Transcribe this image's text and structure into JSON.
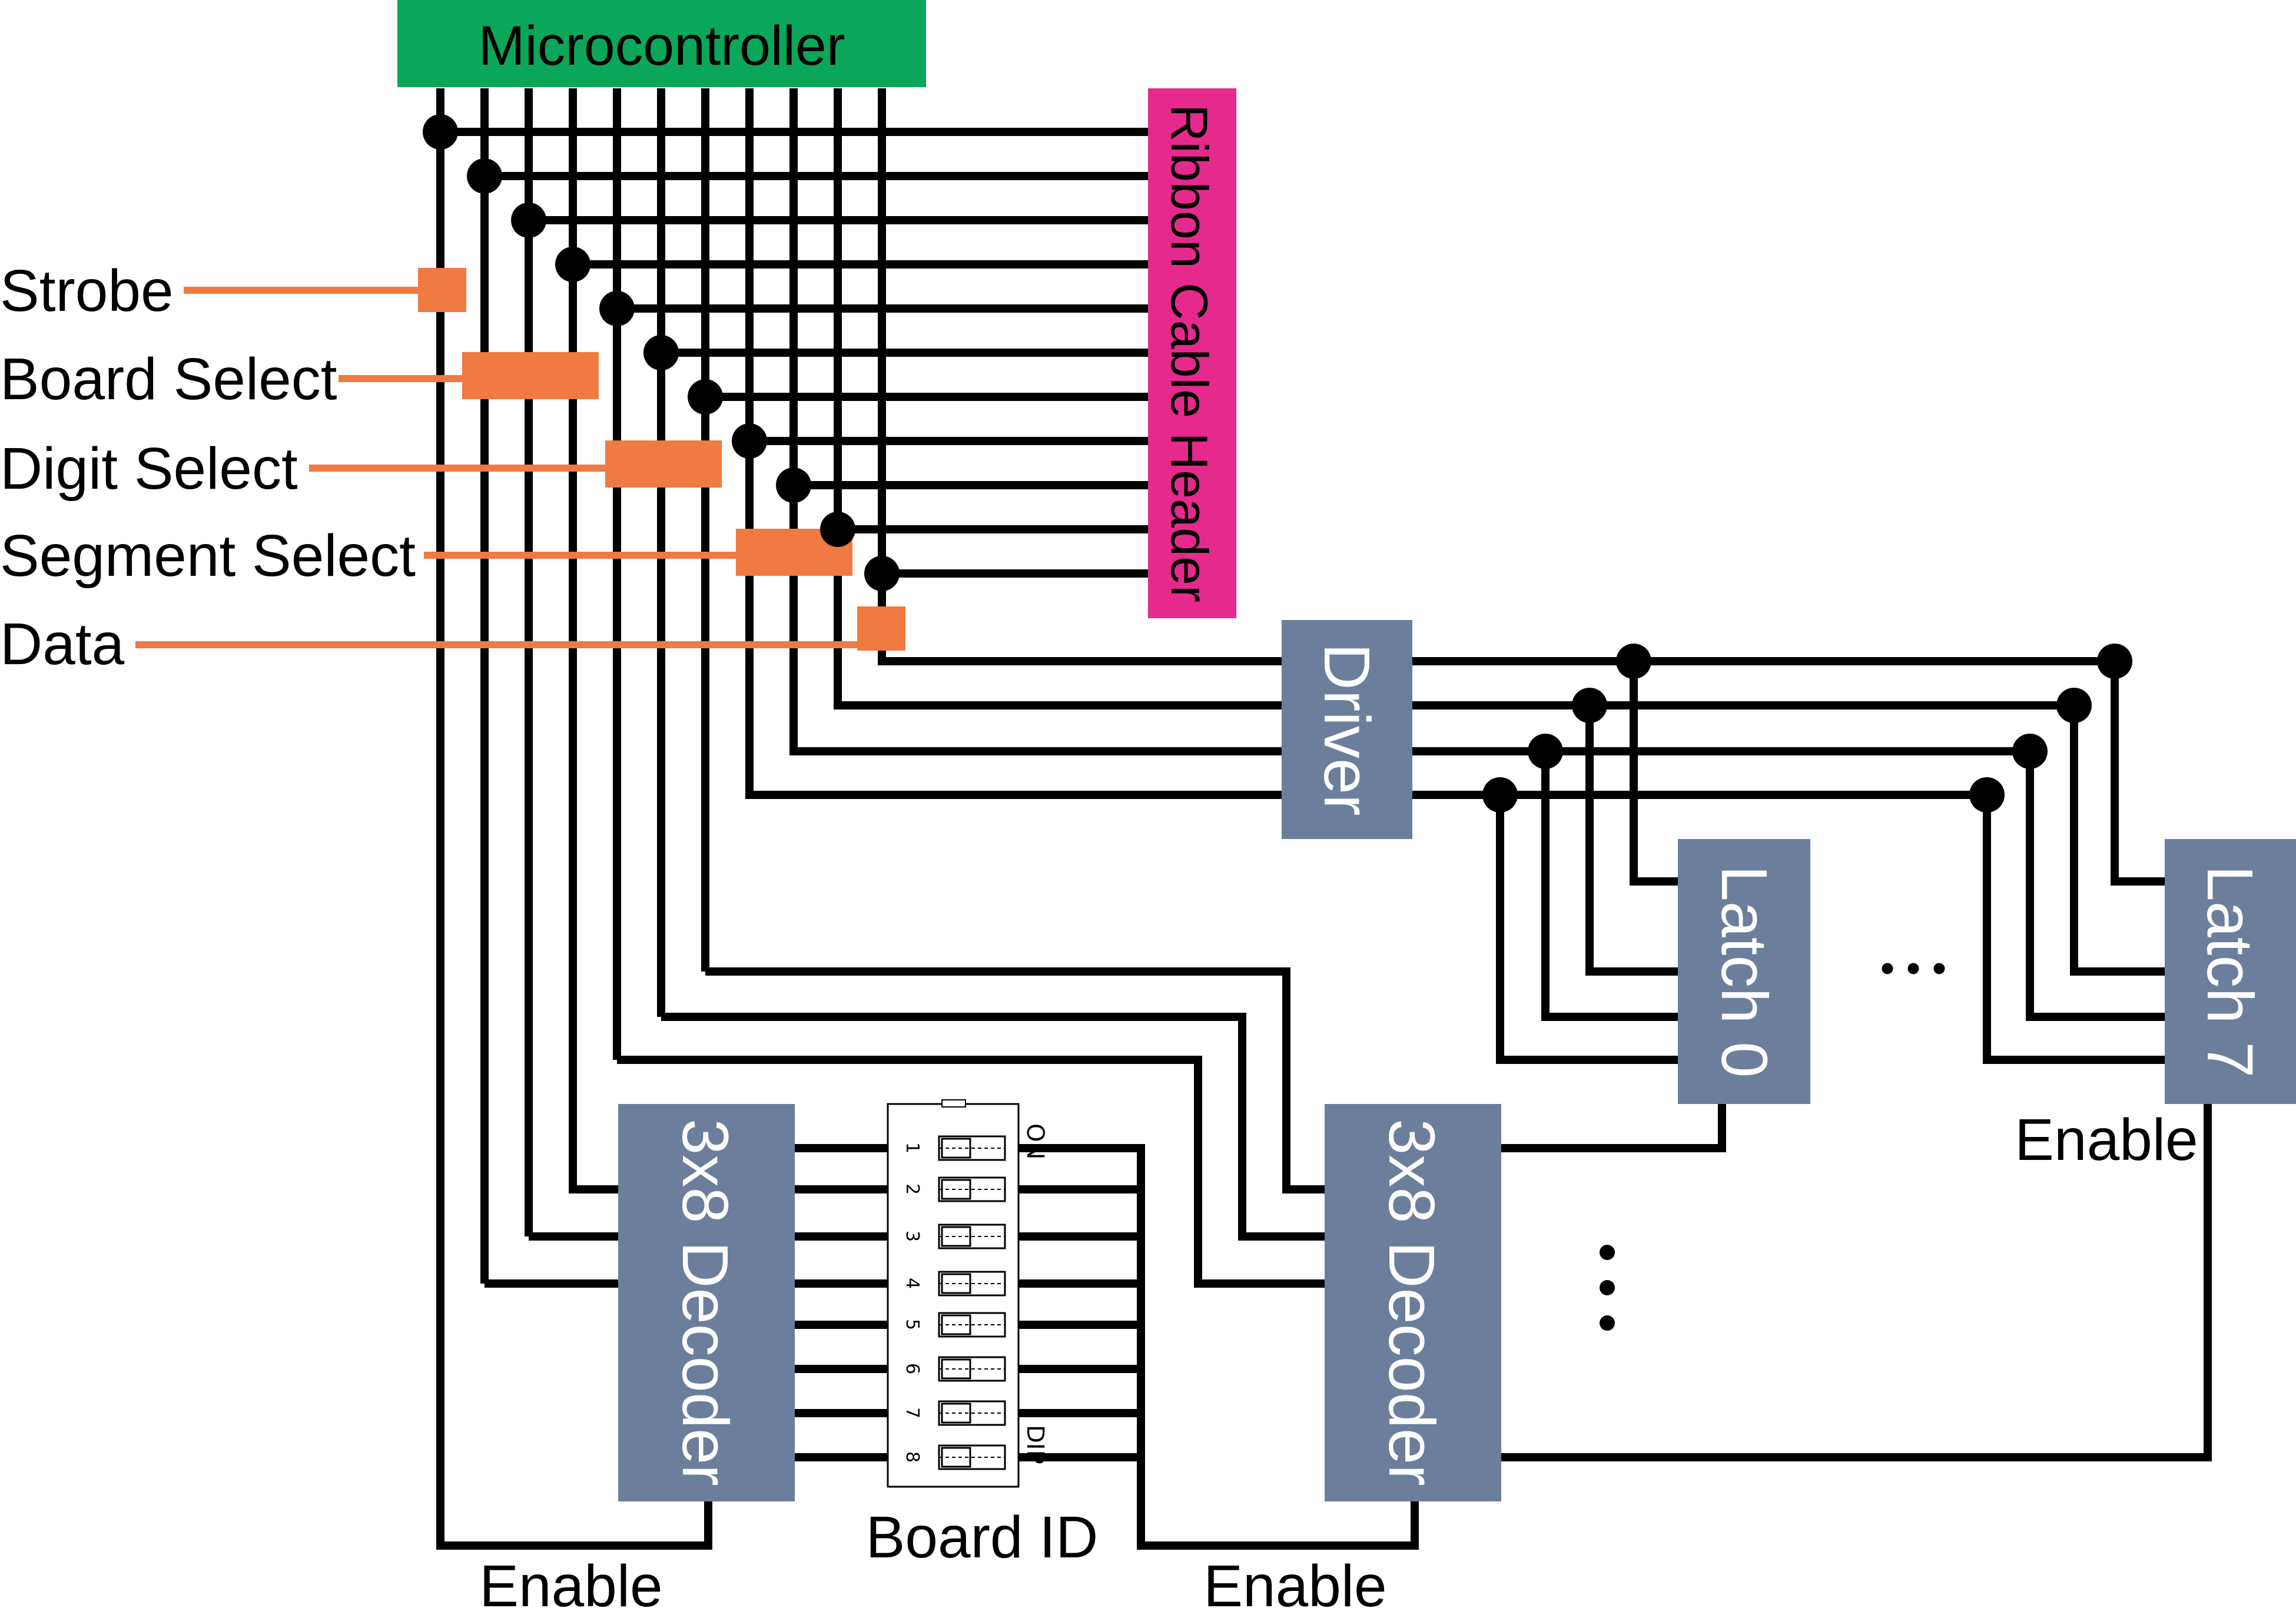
{
  "microcontroller": {
    "label": "Microcontroller",
    "color": "#0aa65a"
  },
  "ribbon_header": {
    "label": "Ribbon Cable Header",
    "color": "#e62a8d"
  },
  "signals": [
    {
      "id": "strobe",
      "label": "Strobe"
    },
    {
      "id": "board-select",
      "label": "Board Select"
    },
    {
      "id": "digit-select",
      "label": "Digit Select"
    },
    {
      "id": "segment-select",
      "label": "Segment Select"
    },
    {
      "id": "data",
      "label": "Data"
    }
  ],
  "driver": {
    "label": "Driver"
  },
  "latch0": {
    "label": "Latch 0"
  },
  "latch7": {
    "label": "Latch 7"
  },
  "latch_ellipsis": "• • •",
  "decoder1": {
    "label": "3x8 Decoder"
  },
  "decoder2": {
    "label": "3x8 Decoder"
  },
  "decoder_ellipsis": "•\n•\n•",
  "dip_switch": {
    "on_label": "ON",
    "dip_label": "DIP",
    "numbers": [
      "1",
      "2",
      "3",
      "4",
      "5",
      "6",
      "7",
      "8"
    ]
  },
  "board_id_label": "Board ID",
  "enable_labels": {
    "decoder1": "Enable",
    "decoder2": "Enable",
    "latch7": "Enable"
  },
  "colors": {
    "box": "#6b7f9c",
    "signal": "#ef7a42",
    "wire": "#000000"
  }
}
